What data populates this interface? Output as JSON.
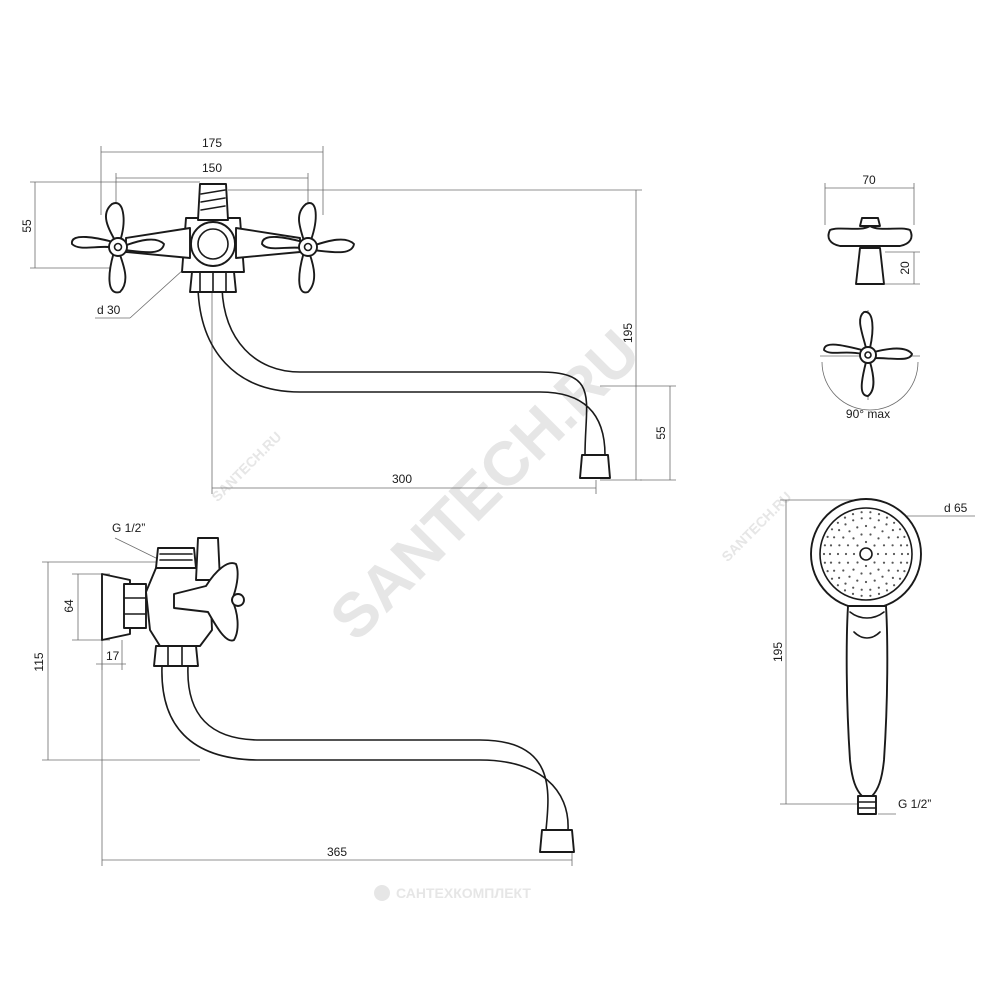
{
  "dimensions": {
    "width_175": "175",
    "width_150": "150",
    "height_55_left": "55",
    "d_30": "d 30",
    "height_195_right": "195",
    "height_55_right": "55",
    "length_300": "300",
    "handle_70": "70",
    "handle_20": "20",
    "rotation_90": "90° max",
    "thread_g12_top": "G 1/2”",
    "height_64": "64",
    "height_115": "115",
    "depth_17": "17",
    "length_365": "365",
    "shower_d65": "d 65",
    "shower_195": "195",
    "thread_g12_shower": "G 1/2”"
  },
  "watermarks": {
    "main": "SANTECH.RU",
    "small_1": "SANTECH.RU",
    "small_2": "SANTECH.RU",
    "footer": "САНТЕХКОМПЛЕКТ"
  },
  "colors": {
    "line": "#1a1a1a",
    "dimension": "#6b6b6b",
    "watermark": "#e6e6e6"
  }
}
